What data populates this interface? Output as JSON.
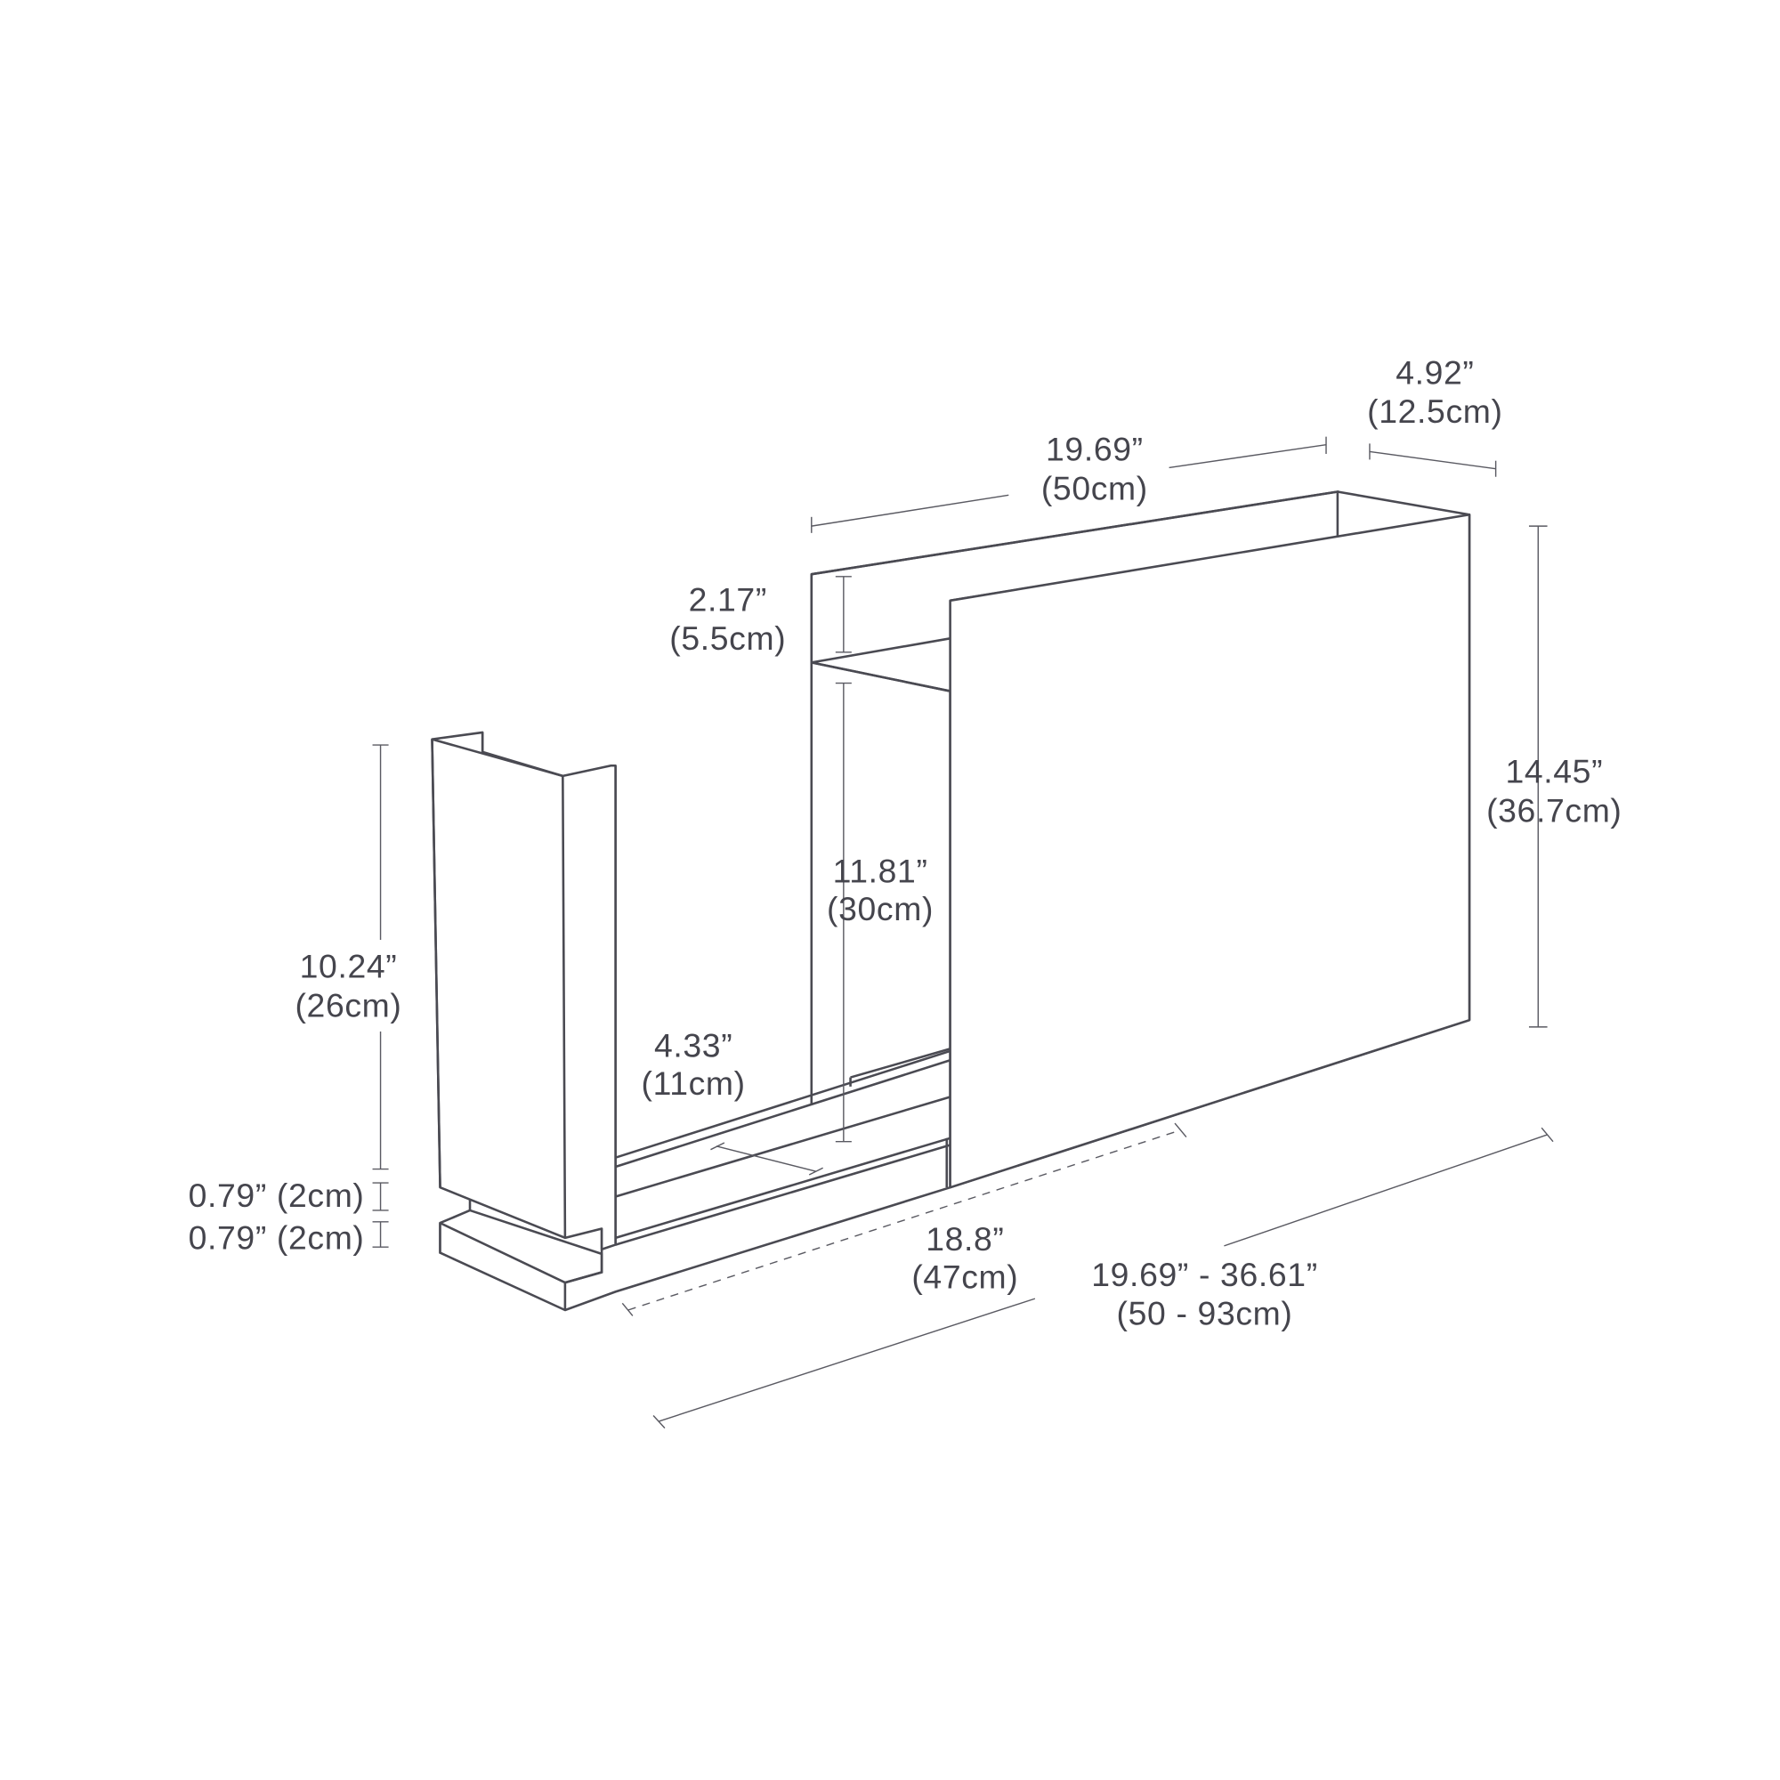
{
  "diagram": {
    "title": "Expandable shelf unit dimension drawing",
    "colors": {
      "line": "#4a4a52",
      "text": "#45454d",
      "background": "#ffffff"
    },
    "dimensions": {
      "top_length": {
        "imperial": "19.69”",
        "metric": "(50cm)"
      },
      "top_depth": {
        "imperial": "4.92”",
        "metric": "(12.5cm)"
      },
      "top_shelf_gap": {
        "imperial": "2.17”",
        "metric": "(5.5cm)"
      },
      "inner_height": {
        "imperial": "11.81”",
        "metric": "(30cm)"
      },
      "overall_height": {
        "imperial": "14.45”",
        "metric": "(36.7cm)"
      },
      "end_panel_height": {
        "imperial": "10.24”",
        "metric": "(26cm)"
      },
      "inner_depth": {
        "imperial": "4.33”",
        "metric": "(11cm)"
      },
      "plinth_gap": {
        "label": "0.79” (2cm)"
      },
      "plinth_height": {
        "label": "0.79” (2cm)"
      },
      "inner_length": {
        "imperial": "18.8”",
        "metric": "(47cm)"
      },
      "extended_length": {
        "imperial": "19.69” - 36.61”",
        "metric": "(50 - 93cm)"
      }
    }
  }
}
